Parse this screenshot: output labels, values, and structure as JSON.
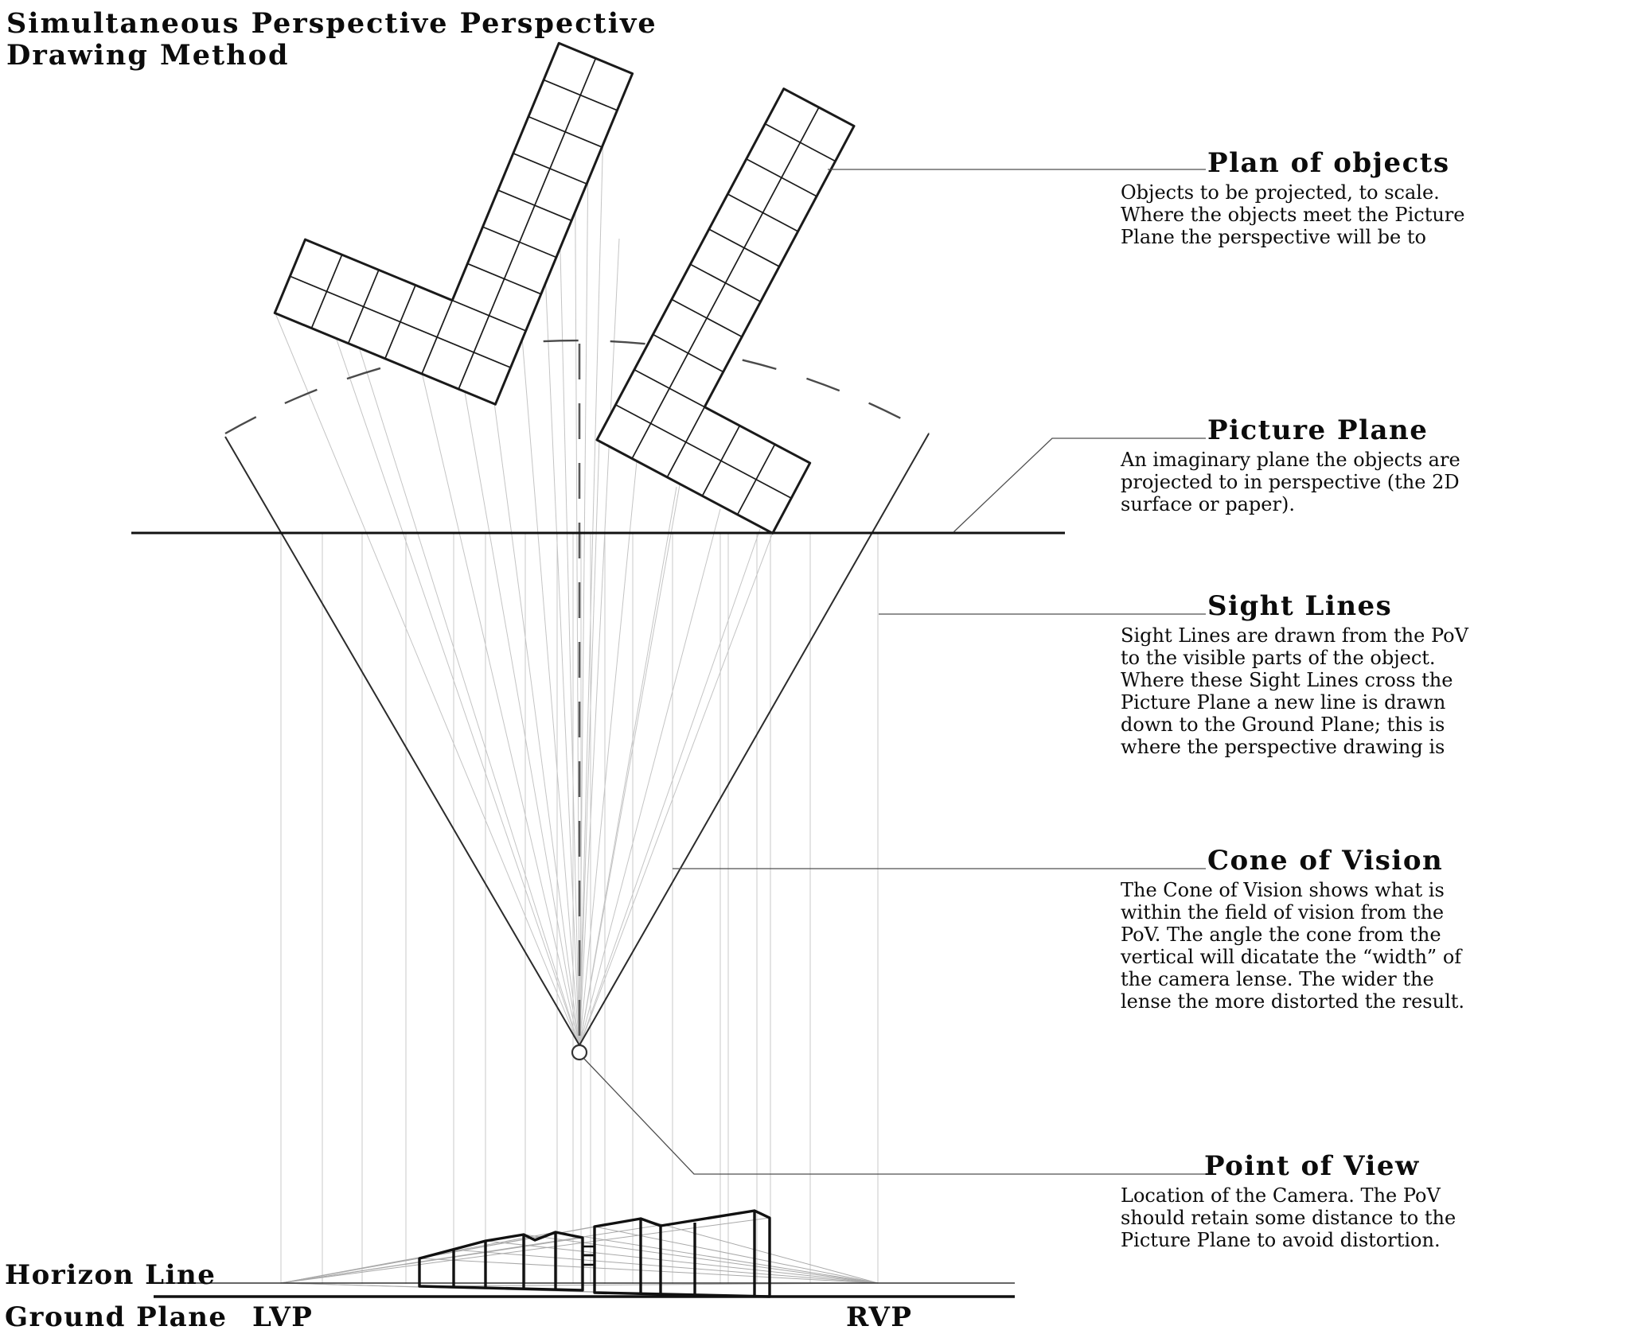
{
  "title": {
    "lines": [
      "Simultaneous Perspective Perspective",
      "Drawing Method"
    ]
  },
  "annotations": [
    {
      "heading": "Plan of objects",
      "body": [
        "Objects to be projected, to scale.",
        "Where the objects meet the Picture",
        "Plane the perspective will be to"
      ]
    },
    {
      "heading": "Picture Plane",
      "body": [
        "An imaginary plane the objects are",
        "projected to in perspective (the 2D",
        "surface or paper)."
      ]
    },
    {
      "heading": "Sight Lines",
      "body": [
        "Sight Lines are drawn from the PoV",
        "to the visible parts of the object.",
        "Where these Sight Lines cross the",
        "Picture Plane a new line is drawn",
        "down to the Ground Plane; this is",
        "where the perspective drawing is"
      ]
    },
    {
      "heading": "Cone of Vision",
      "body": [
        "The Cone of Vision shows what is",
        "within the field of vision from the",
        "PoV. The angle the cone from the",
        "vertical will dicatate the “width” of",
        "the camera lense. The wider the",
        "lense the more distorted the result."
      ]
    },
    {
      "heading": "Point of View",
      "body": [
        "Location of the Camera. The PoV",
        "should retain some distance to the",
        "Picture Plane to avoid distortion."
      ]
    }
  ],
  "baseline_labels": {
    "horizon": "Horizon Line",
    "ground": "Ground Plane",
    "lvp": "LVP",
    "rvp": "RVP"
  },
  "colors": {
    "background": "#ffffff",
    "ink": "#141414",
    "faint_line": "#c9c9c9",
    "convergence_line": "#a9a9a9",
    "leader_line": "#4f4f4f"
  }
}
